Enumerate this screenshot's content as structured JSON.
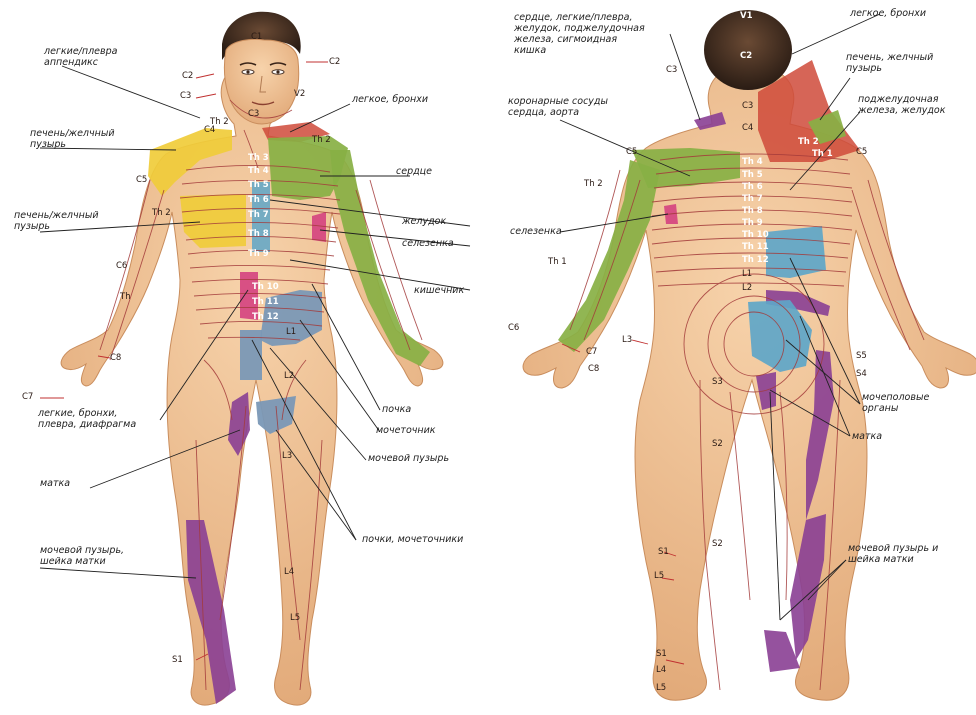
{
  "front": {
    "organs": {
      "lungs_appendix_l1": "легкие/плевра",
      "lungs_appendix_l2": "аппендикс",
      "lung_bronchi": "легкое, бронхи",
      "liver_gb_upper_l1": "печень/желчный",
      "liver_gb_upper_l2": "пузырь",
      "heart": "сердце",
      "liver_gb_lower_l1": "печень/желчный",
      "liver_gb_lower_l2": "пузырь",
      "stomach": "желудок",
      "spleen": "селезенка",
      "intestine": "кишечник",
      "lung_diaphragm_l1": "легкие, бронхи,",
      "lung_diaphragm_l2": "плевра, диафрагма",
      "kidney": "почка",
      "ureter": "мочеточник",
      "bladder": "мочевой пузырь",
      "uterus": "матка",
      "kidneys_ureters": "почки, мочеточники",
      "bladder_cervix_l1": "мочевой пузырь,",
      "bladder_cervix_l2": "шейка матки"
    },
    "segments": {
      "c1": "C1",
      "c2a": "C2",
      "c2b": "C2",
      "c3a": "C3",
      "v2": "V2",
      "c3b": "C3",
      "c4": "C4",
      "c5": "C5",
      "c6": "C6",
      "c7": "C7",
      "c8": "C8",
      "th1": "Th",
      "th2_chest": "Th 2",
      "th2_r": "Th 2",
      "th2_l": "Th 2",
      "th3": "Th 3",
      "th4": "Th 4",
      "th5": "Th 5",
      "th6": "Th 6",
      "th7": "Th 7",
      "th8": "Th 8",
      "th9": "Th 9",
      "th10": "Th 10",
      "th11": "Th 11",
      "th12": "Th 12",
      "l1": "L1",
      "l2": "L2",
      "l3": "L3",
      "l4": "L4",
      "l5": "L5",
      "s1": "S1"
    }
  },
  "back": {
    "organs": {
      "heart_group_l1": "сердце, легкие/плевра,",
      "heart_group_l2": "желудок, поджелудочная",
      "heart_group_l3": "железа, сигмоидная",
      "heart_group_l4": "кишка",
      "lung_bronchi": "легкое, бронхи",
      "liver_gb_l1": "печень, желчный",
      "liver_gb_l2": "пузырь",
      "pancreas_l1": "поджелудочная",
      "pancreas_l2": "железа, желудок",
      "coronary_l1": "коронарные сосуды",
      "coronary_l2": "сердца, аорта",
      "spleen": "селезенка",
      "genital_l1": "мочеполовые",
      "genital_l2": "органы",
      "uterus": "матка",
      "bladder_cervix_l1": "мочевой пузырь и",
      "bladder_cervix_l2": "шейка матки"
    },
    "segments": {
      "v1": "V1",
      "c2": "C2",
      "c3_neck": "C3",
      "c3": "C3",
      "c4": "C4",
      "c5_l": "C5",
      "c5_r": "C5",
      "th2_arm": "Th 2",
      "th2_r": "Th 2",
      "th1_r": "Th 1",
      "th1_arm": "Th 1",
      "th4": "Th 4",
      "th5": "Th 5",
      "th6": "Th 6",
      "th7": "Th 7",
      "th8": "Th 8",
      "th9": "Th 9",
      "th10": "Th 10",
      "th11": "Th 11",
      "th12": "Th 12",
      "l1": "L1",
      "l2": "L2",
      "l3": "L3",
      "c6": "C6",
      "c7": "C7",
      "c8": "C8",
      "s5": "S5",
      "s4": "S4",
      "s3": "S3",
      "s2a": "S2",
      "s2b": "S2",
      "s1a": "S1",
      "s1b": "S1",
      "l5a": "L5",
      "l5b": "L5",
      "l4": "L4"
    }
  },
  "colors": {
    "skin": "#f3c496",
    "skin_shade": "#dfa574",
    "hair": "#3a2a1e",
    "yellow_zone": "#f0cc3a",
    "green_zone": "#88b044",
    "red_zone": "#cf4a3a",
    "blue_zone": "#5ea6c8",
    "purple_zone": "#8a3f94",
    "pink_zone": "#d23a7e",
    "dermatome_line": "#a33a3a",
    "leader_line": "#222222"
  }
}
